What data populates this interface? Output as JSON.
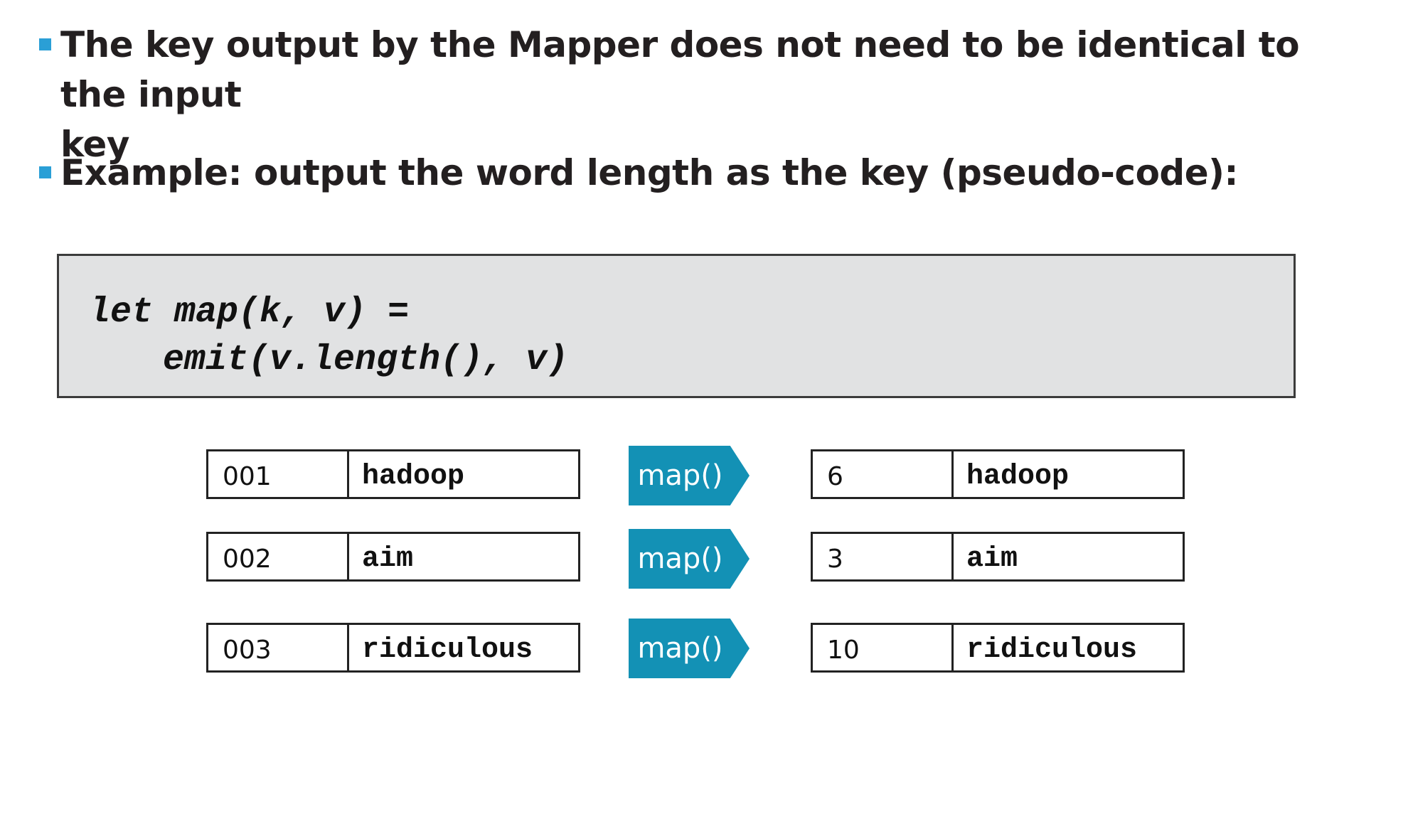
{
  "bullets": [
    {
      "line1": "The key output by the Mapper does not need to be identical to the input",
      "line2": "key"
    },
    {
      "line1": "Example: output the word length as the key (pseudo-code):"
    }
  ],
  "code": {
    "line1": "let map(k, v) =",
    "line2": "emit(v.length(), v)"
  },
  "inputs": [
    {
      "key": "001",
      "value": "hadoop"
    },
    {
      "key": "002",
      "value": "aim"
    },
    {
      "key": "003",
      "value": "ridiculous"
    }
  ],
  "map_label": "map()",
  "outputs": [
    {
      "key": "6",
      "value": "hadoop"
    },
    {
      "key": "3",
      "value": "aim"
    },
    {
      "key": "10",
      "value": "ridiculous"
    }
  ],
  "colors": {
    "bullet": "#2a9fd6",
    "map_arrow": "#1391b5",
    "code_background": "#e1e2e3"
  }
}
